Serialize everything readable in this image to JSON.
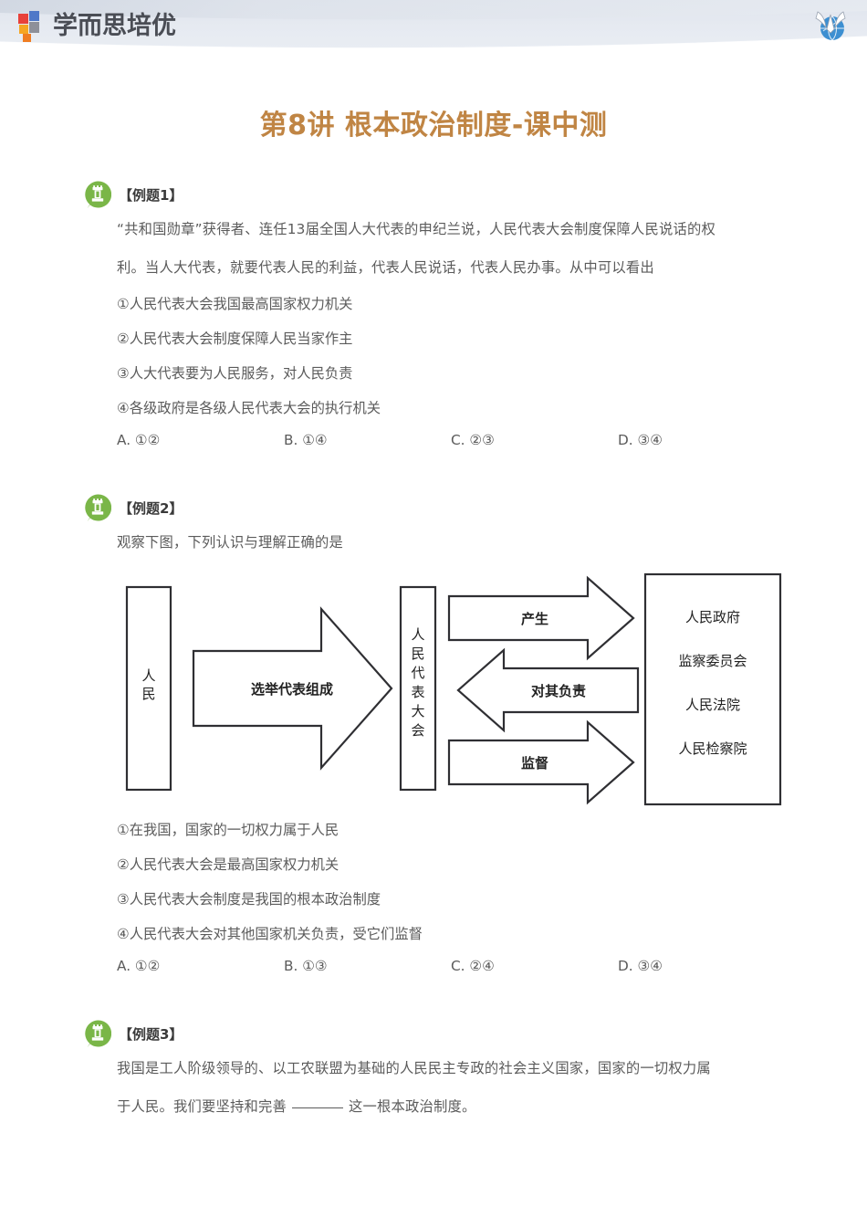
{
  "header": {
    "brand_name": "学而思培优",
    "logo_icon": "colored-squares-logo",
    "watermark_icon": "winged-globe-emblem"
  },
  "title": "第8讲 根本政治制度-课中测",
  "theme": {
    "title_color": "#c08544",
    "badge_green": "#7ab648",
    "body_text": "#5b5b5b",
    "header_band": "#e4e8ef"
  },
  "questions": [
    {
      "badge_icon": "chess-rook-icon",
      "label": "【例题1】",
      "stem_lines": [
        "“共和国勋章”获得者、连任13届全国人大代表的申纪兰说，人民代表大会制度保障人民说话的权",
        "利。当人大代表，就要代表人民的利益，代表人民说话，代表人民办事。从中可以看出"
      ],
      "items": [
        "①人民代表大会我国最高国家权力机关",
        "②人民代表大会制度保障人民当家作主",
        "③人大代表要为人民服务，对人民负责",
        "④各级政府是各级人民代表大会的执行机关"
      ],
      "choices": [
        "A. ①②",
        "B. ①④",
        "C. ②③",
        "D. ③④"
      ]
    },
    {
      "badge_icon": "chess-rook-icon",
      "label": "【例题2】",
      "stem_lines": [
        "观察下图，下列认识与理解正确的是"
      ],
      "diagram": {
        "left_box": "人民",
        "middle_box": "人民代表大会",
        "big_arrow_label": "选举代表组成",
        "arrow_produce": "产生",
        "arrow_responsible": "对其负责",
        "arrow_supervise": "监督",
        "right_box_items": [
          "人民政府",
          "监察委员会",
          "人民法院",
          "人民检察院"
        ]
      },
      "items": [
        "①在我国，国家的一切权力属于人民",
        "②人民代表大会是最高国家权力机关",
        "③人民代表大会制度是我国的根本政治制度",
        "④人民代表大会对其他国家机关负责，受它们监督"
      ],
      "choices": [
        "A. ①②",
        "B. ①③",
        "C. ②④",
        "D. ③④"
      ]
    },
    {
      "badge_icon": "chess-rook-icon",
      "label": "【例题3】",
      "stem_lines": [
        "我国是工人阶级领导的、以工农联盟为基础的人民民主专政的社会主义国家，国家的一切权力属",
        "于人民。我们要坚持和完善 ____ 这一根本政治制度。"
      ],
      "blank_prefix": "于人民。我们要坚持和完善",
      "blank_suffix": "这一根本政治制度。",
      "items": [],
      "choices": []
    }
  ]
}
